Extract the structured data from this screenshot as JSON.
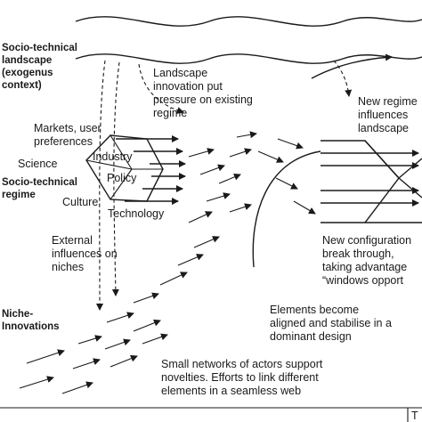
{
  "labels": {
    "landscape_title": [
      "Socio-technical",
      "landscape",
      "(exogenus",
      "context)"
    ],
    "regime_title": [
      "Socio-technical",
      "regime"
    ],
    "niche_title": [
      "Niche-",
      "Innovations"
    ],
    "landscape_pressure": [
      "Landscape",
      "innovation put",
      "pressure on existing",
      "regime"
    ],
    "new_regime": [
      "New regime",
      "influences",
      "landscape"
    ],
    "markets": [
      "Markets, user",
      "preferences"
    ],
    "science": "Science",
    "industry": "Industry",
    "policy": "Policy",
    "culture": "Culture",
    "technology": "Technology",
    "external": [
      "External",
      "influences on",
      "niches"
    ],
    "new_config": [
      "New configuration",
      "break through,",
      "taking advantage",
      "“windows opport"
    ],
    "elements_aligned": [
      "Elements become",
      "aligned and stabilise in a",
      "dominant design"
    ],
    "small_networks": [
      "Small networks of actors support",
      "novelties. Efforts to link different",
      "elements in a seamless web"
    ],
    "corner": "T"
  },
  "colors": {
    "ink": "#1a1a1a",
    "background": "#ffffff"
  }
}
